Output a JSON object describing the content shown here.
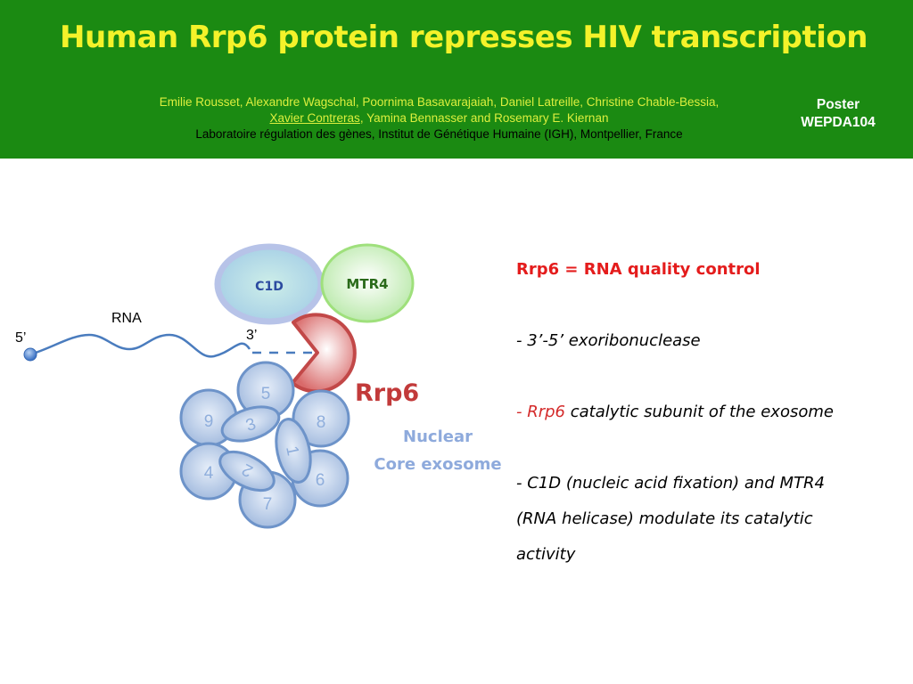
{
  "header": {
    "title": "Human Rrp6 protein represses HIV transcription",
    "authors_line1": "Emilie Rousset, Alexandre Wagschal, Poornima Basavarajaiah, Daniel Latreille, Christine Chable-Bessia,",
    "authors_presenter": "Xavier Contreras",
    "authors_line2_rest": ", Yamina Bennasser and Rosemary E. Kiernan",
    "affiliation": "Laboratoire régulation des gènes, Institut de Génétique Humaine (IGH), Montpellier, France",
    "poster_label": "Poster",
    "poster_code": "WEPDA104"
  },
  "diagram": {
    "rna_label": "RNA",
    "five_prime": "5’",
    "three_prime": "3’",
    "c1d_label": "C1D",
    "mtr4_label": "MTR4",
    "rrp6_label": "Rrp6",
    "nuclear_label": "Nuclear",
    "core_label": "Core exosome",
    "subunits": [
      "1",
      "2",
      "3",
      "4",
      "5",
      "6",
      "7",
      "8",
      "9"
    ]
  },
  "facts": {
    "heading": "Rrp6 = RNA quality control",
    "point1": "- 3’-5’ exoribonuclease",
    "point2_prefix": "- ",
    "point2_red": "Rrp6",
    "point2_rest": " catalytic subunit of the exosome",
    "point3_line1": "- C1D (nucleic acid fixation) and MTR4",
    "point3_line2": "(RNA helicase) modulate its catalytic",
    "point3_line3": "activity"
  }
}
